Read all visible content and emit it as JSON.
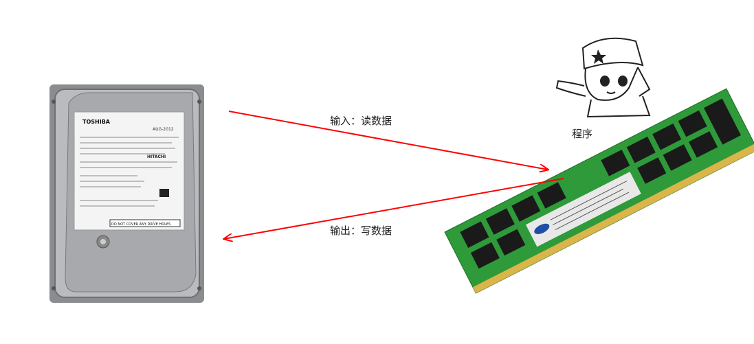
{
  "labels": {
    "input": "输入：读数据",
    "output": "输出：写数据",
    "program": "程序"
  },
  "hdd_label": {
    "brand": "TOSHIBA",
    "date": "AUG-2012",
    "maker": "HITACHI",
    "notice": "DO NOT COVER ANY DRIVE HOLES"
  },
  "colors": {
    "arrow": "#ff0000",
    "ram_pcb": "#2e9a3a",
    "chip": "#1a1a1a"
  }
}
